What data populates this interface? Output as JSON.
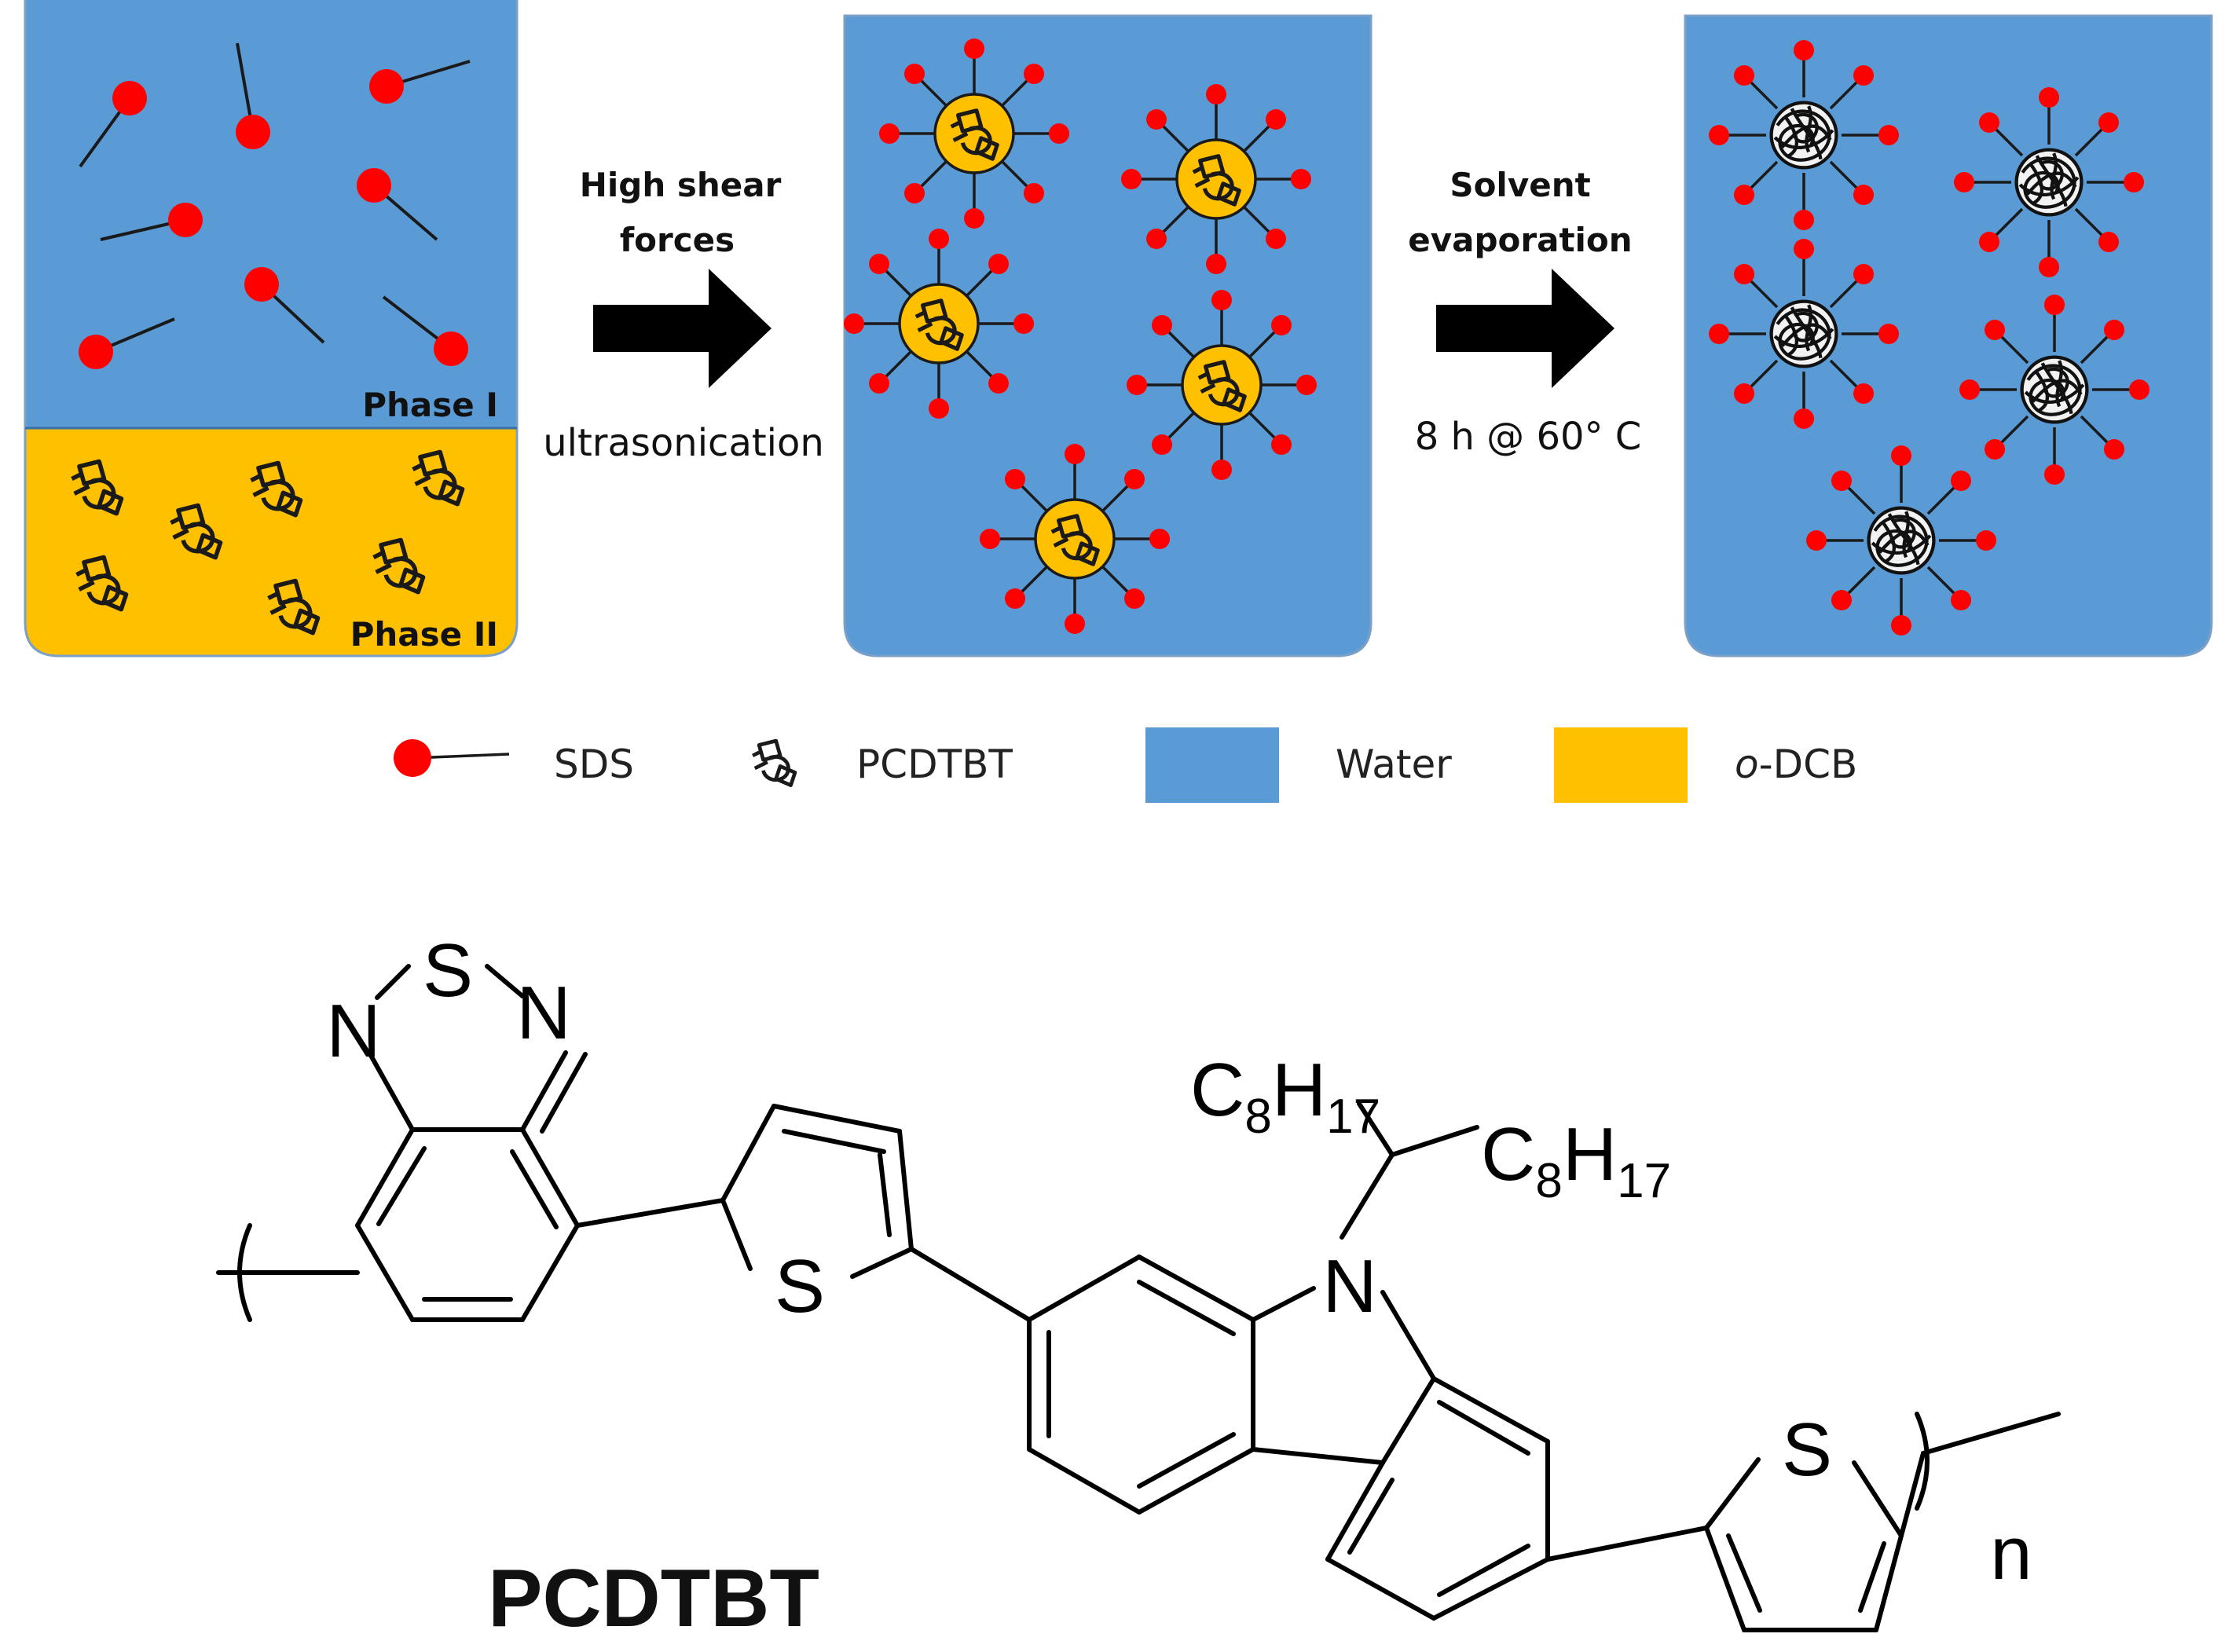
{
  "colors": {
    "water": "#5b9bd5",
    "odcb": "#ffc000",
    "sds_head": "#ff0000",
    "stroke": "#1a1a1a"
  },
  "panels": {
    "phase1_label": "Phase I",
    "phase2_label": "Phase II"
  },
  "steps": {
    "step1_title_line1": "High shear",
    "step1_title_line2": "forces",
    "step1_condition": "ultrasonication",
    "step2_title_line1": "Solvent",
    "step2_title_line2": "evaporation",
    "step2_condition": "8 h @ 60° C"
  },
  "legend": {
    "sds": "SDS",
    "pcdtbt": "PCDTBT",
    "water": "Water",
    "odcb_prefix": "o",
    "odcb_suffix": "-DCB"
  },
  "structure": {
    "title": "PCDTBT",
    "atom_S_top": "S",
    "atom_N_left": "N",
    "atom_N_right": "N",
    "atom_S_thio1": "S",
    "atom_N_carb": "N",
    "atom_S_thio2": "S",
    "sub1_C": "C",
    "sub1_8": "8",
    "sub1_H": "H",
    "sub1_17": "17",
    "sub2_C": "C",
    "sub2_8": "8",
    "sub2_H": "H",
    "sub2_17": "17",
    "repeat_n": "n"
  }
}
